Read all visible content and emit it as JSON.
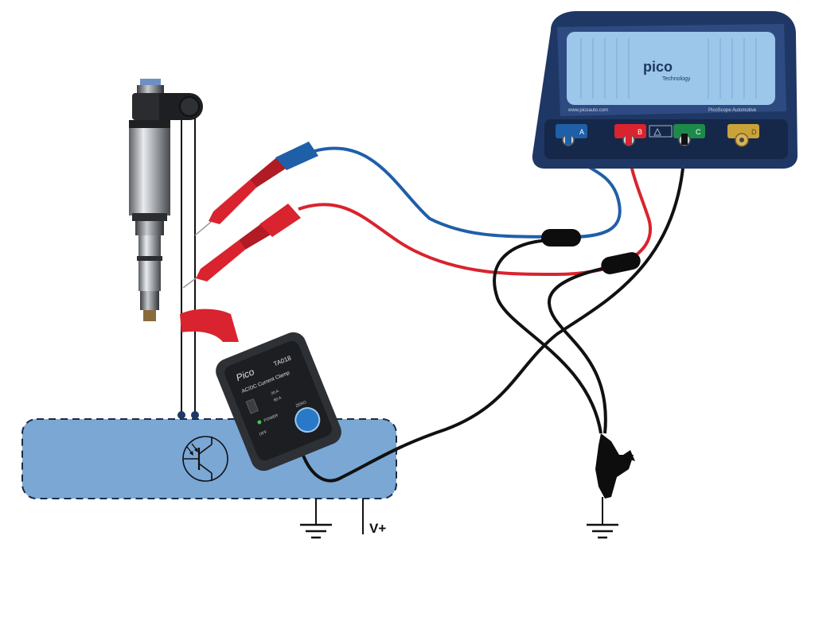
{
  "scope": {
    "brand": "pico",
    "brand_sub": "Technology",
    "url": "www.picoauto.com",
    "model": "PicoScope Automotive",
    "channels": [
      {
        "label": "A",
        "color": "#1f5fa8"
      },
      {
        "label": "B",
        "color": "#d9232e"
      },
      {
        "label": "C",
        "color": "#1e8a4a"
      },
      {
        "label": "D",
        "color": "#c9a23a"
      }
    ]
  },
  "clamp": {
    "model": "TA018",
    "brand": "Pico",
    "title": "AC/DC Current Clamp",
    "zero_label": "ZERO",
    "power_label": "POWER",
    "off_label": "OFF",
    "range_1": "20 A",
    "range_2": "60 A"
  },
  "supply_label": "V+",
  "colors": {
    "ecu_fill": "#7aa7d4",
    "blue_lead": "#1f5fa8",
    "red_lead": "#d9232e",
    "black_lead": "#111111",
    "scope_body": "#1f3764",
    "scope_panel": "#9cc6ea",
    "clamp_jaw": "#d9232e"
  },
  "icons": [
    "transistor-icon",
    "ground-symbol-icon",
    "injector-icon",
    "crocodile-clip-icon"
  ]
}
